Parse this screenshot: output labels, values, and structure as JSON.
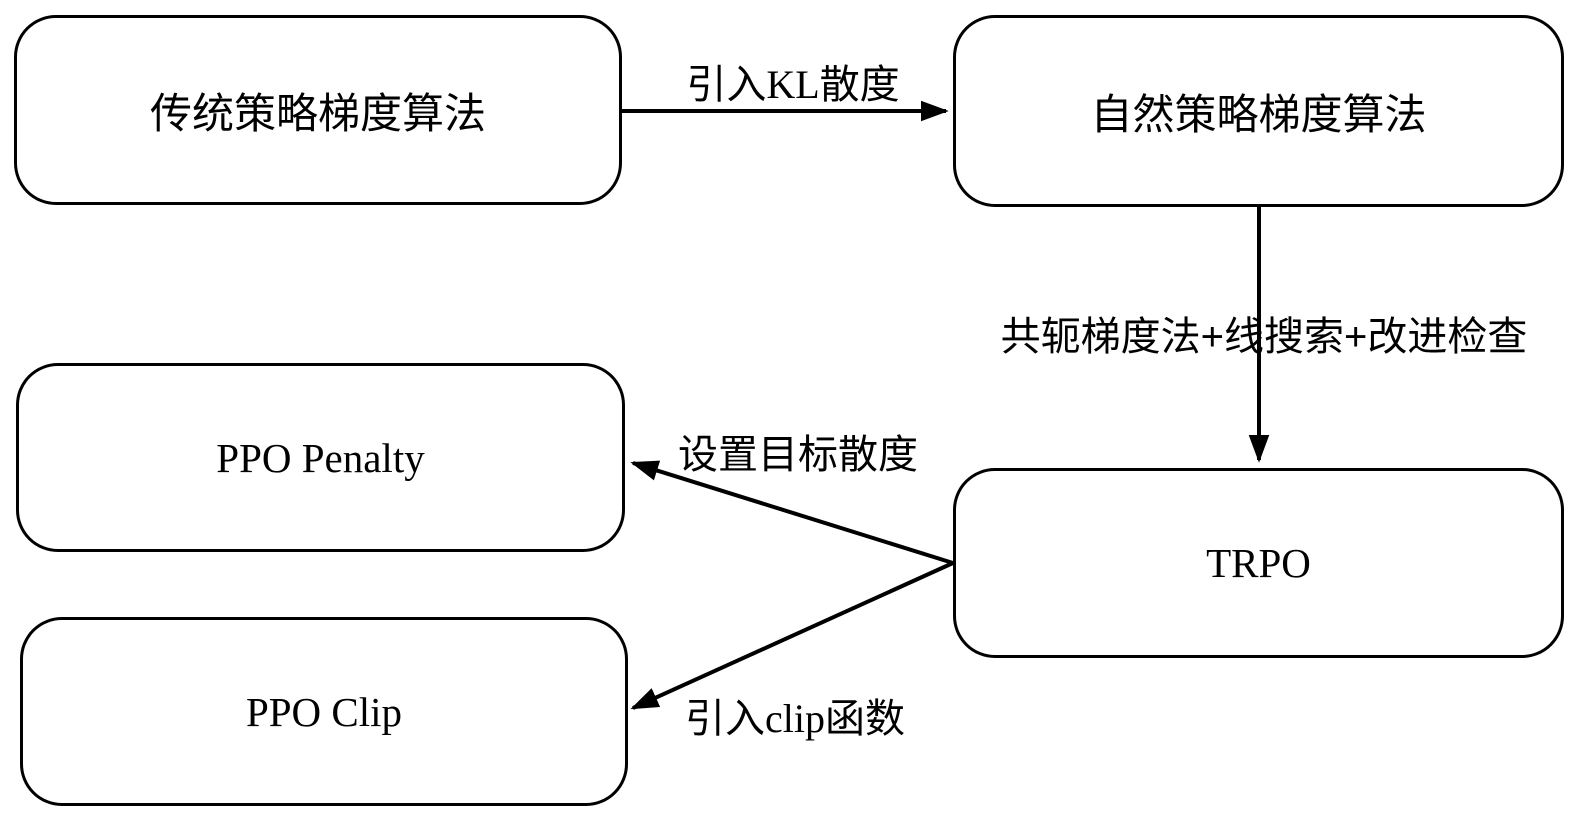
{
  "diagram": {
    "type": "flowchart",
    "colors": {
      "background": "#ffffff",
      "stroke": "#000000",
      "text": "#000000"
    },
    "nodes": [
      {
        "id": "traditional",
        "label": "传统策略梯度算法"
      },
      {
        "id": "natural",
        "label": "自然策略梯度算法"
      },
      {
        "id": "trpo",
        "label": "TRPO"
      },
      {
        "id": "ppo_penalty",
        "label": "PPO Penalty"
      },
      {
        "id": "ppo_clip",
        "label": "PPO Clip"
      }
    ],
    "edges": [
      {
        "from": "traditional",
        "to": "natural",
        "label": "引入KL散度"
      },
      {
        "from": "natural",
        "to": "trpo",
        "label": "共轭梯度法+线搜索+改进检查"
      },
      {
        "from": "trpo",
        "to": "ppo_penalty",
        "label": "设置目标散度"
      },
      {
        "from": "trpo",
        "to": "ppo_clip",
        "label": "引入clip函数"
      }
    ]
  }
}
